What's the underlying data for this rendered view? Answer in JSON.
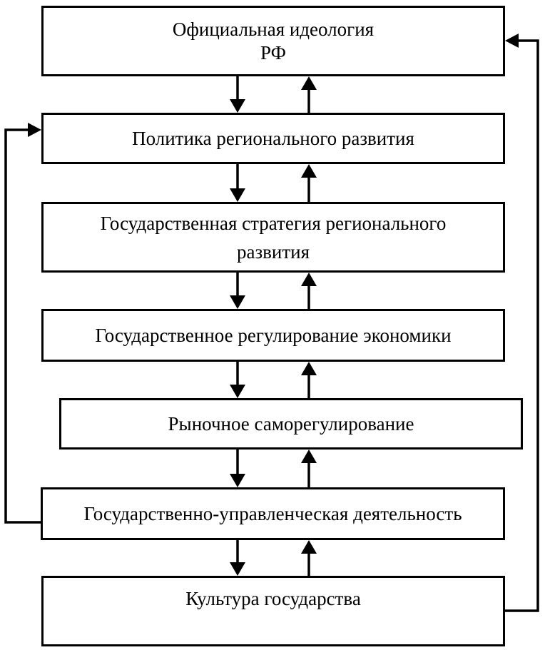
{
  "nodes": [
    {
      "id": "official-ideology",
      "label": "Официальная идеология\nРФ"
    },
    {
      "id": "regional-development-policy",
      "label": "Политика регионального развития"
    },
    {
      "id": "state-strategy",
      "label": "Государственная стратегия регионального\nразвития"
    },
    {
      "id": "state-regulation-economy",
      "label": "Государственное регулирование экономики"
    },
    {
      "id": "market-self-regulation",
      "label": "Рыночное саморегулирование"
    },
    {
      "id": "state-management-activity",
      "label": "Государственно-управленческая деятельность"
    },
    {
      "id": "state-culture",
      "label": "Культура государства"
    }
  ],
  "edges": [
    {
      "from": "official-ideology",
      "to": "regional-development-policy",
      "type": "down"
    },
    {
      "from": "regional-development-policy",
      "to": "official-ideology",
      "type": "up"
    },
    {
      "from": "regional-development-policy",
      "to": "state-strategy",
      "type": "down"
    },
    {
      "from": "state-strategy",
      "to": "regional-development-policy",
      "type": "up"
    },
    {
      "from": "state-strategy",
      "to": "state-regulation-economy",
      "type": "down"
    },
    {
      "from": "state-regulation-economy",
      "to": "state-strategy",
      "type": "up"
    },
    {
      "from": "state-regulation-economy",
      "to": "market-self-regulation",
      "type": "down"
    },
    {
      "from": "market-self-regulation",
      "to": "state-regulation-economy",
      "type": "up"
    },
    {
      "from": "market-self-regulation",
      "to": "state-management-activity",
      "type": "down"
    },
    {
      "from": "state-management-activity",
      "to": "market-self-regulation",
      "type": "up"
    },
    {
      "from": "state-management-activity",
      "to": "state-culture",
      "type": "down"
    },
    {
      "from": "state-culture",
      "to": "state-management-activity",
      "type": "up"
    },
    {
      "from": "state-management-activity",
      "to": "regional-development-policy",
      "type": "feedback-left"
    },
    {
      "from": "state-culture",
      "to": "official-ideology",
      "type": "feedback-right"
    }
  ],
  "colors": {
    "line": "#000000",
    "box_fill": "#ffffff",
    "background": "#ffffff"
  }
}
